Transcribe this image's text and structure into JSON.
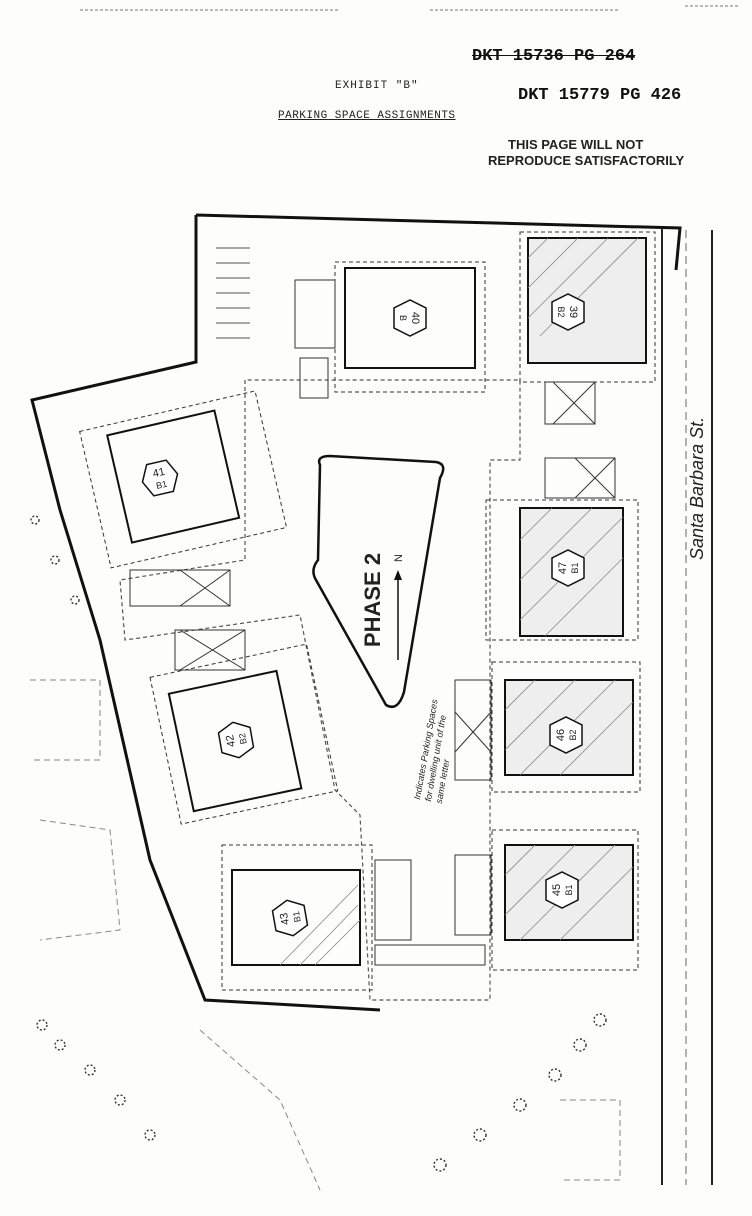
{
  "header": {
    "exhibit": "EXHIBIT \"B\"",
    "title": "PARKING SPACE ASSIGNMENTS",
    "docket_old": "DKT 15736 PG 264",
    "docket_new": "DKT 15779 PG 426",
    "notice_line1": "THIS PAGE WILL NOT",
    "notice_line2": "REPRODUCE SATISFACTORILY"
  },
  "plan": {
    "phase_label": "PHASE 2",
    "north_label": "N",
    "street_label": "Santa Barbara St.",
    "note_line1": "Indicates Parking Spaces",
    "note_line2": "for dwelling unit of the",
    "note_line3": "same letter",
    "units": [
      {
        "number": "40",
        "type": "B"
      },
      {
        "number": "39",
        "type": "B2"
      },
      {
        "number": "41",
        "type": "B1"
      },
      {
        "number": "47",
        "type": "B1"
      },
      {
        "number": "42",
        "type": "B2"
      },
      {
        "number": "46",
        "type": "B2"
      },
      {
        "number": "43",
        "type": "B1"
      },
      {
        "number": "45",
        "type": "B1"
      }
    ]
  }
}
